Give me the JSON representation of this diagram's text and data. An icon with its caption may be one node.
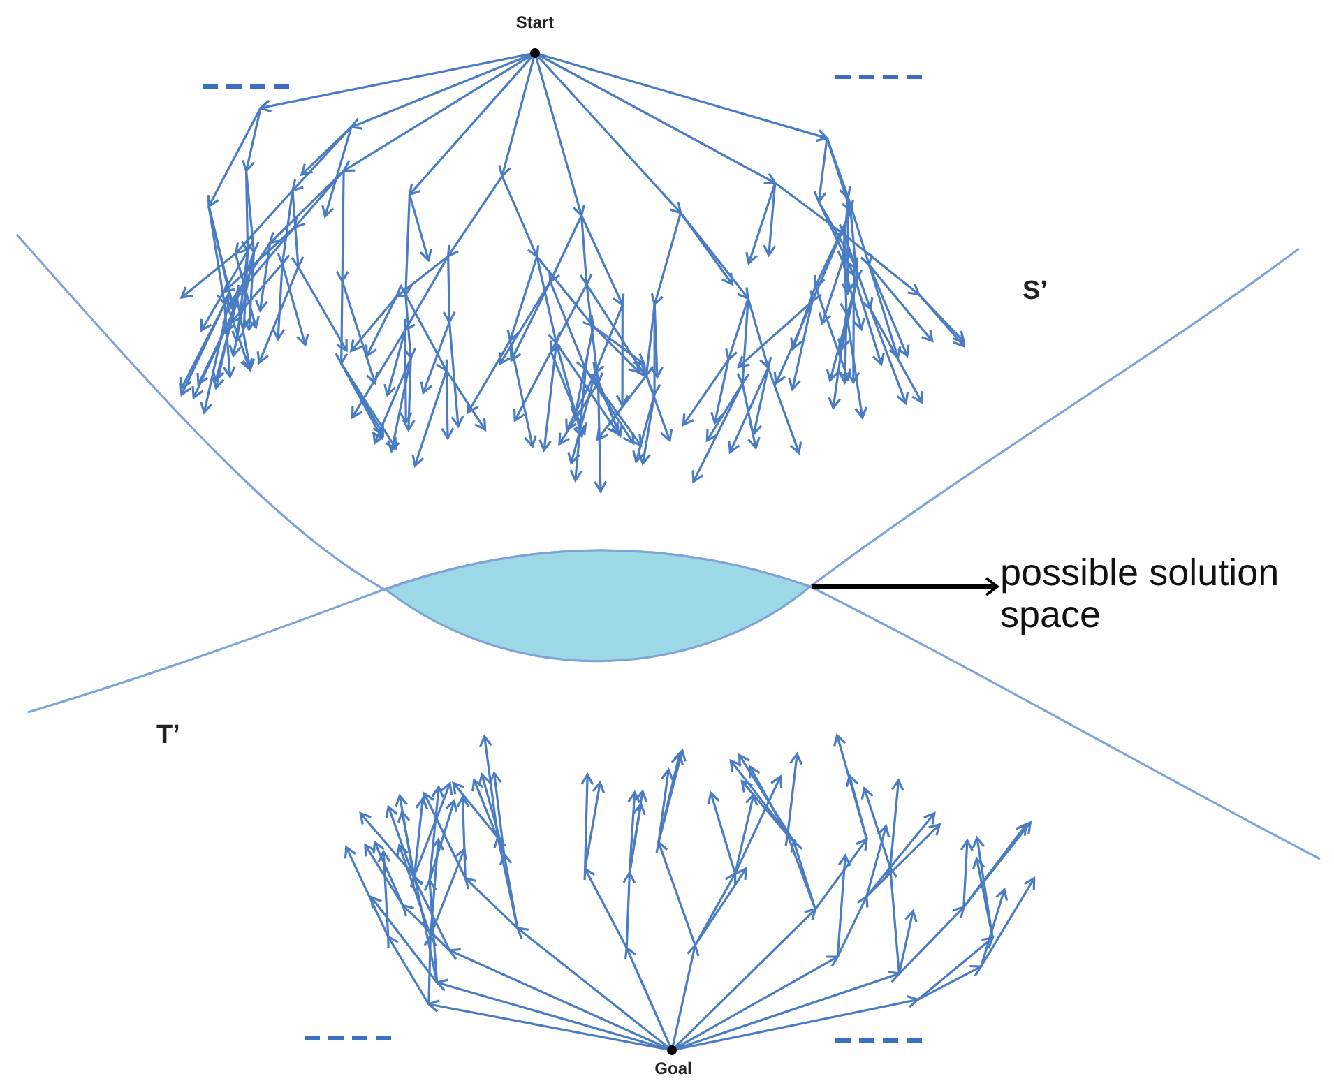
{
  "diagram": {
    "nodes": [
      {
        "text": [
          "Start"
        ]
      },
      {
        "text": [
          "Goal"
        ]
      },
      {
        "text": [
          "possible solution space"
        ]
      },
      {
        "text": [],
        "shape": "lens"
      }
    ],
    "edges": [
      {
        "from": 3,
        "to": 2,
        "arrow": "to"
      }
    ],
    "labels": [
      "S’",
      "T’"
    ]
  }
}
